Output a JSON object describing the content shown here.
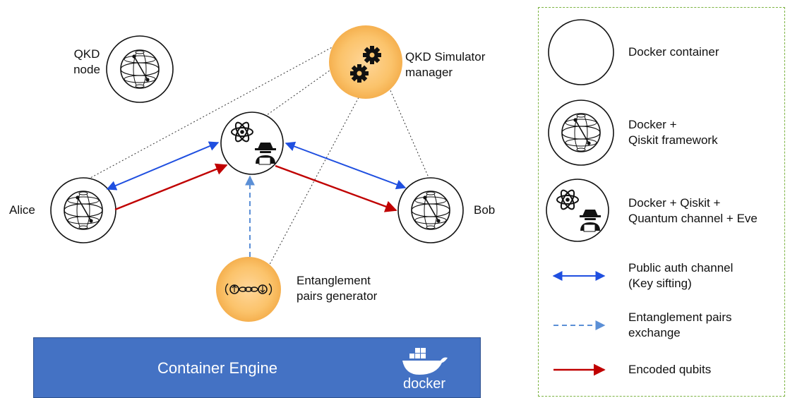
{
  "nodes": {
    "qkd_node_label": [
      "QKD",
      "node"
    ],
    "alice_label": "Alice",
    "bob_label": "Bob",
    "simulator_label": [
      "QKD Simulator",
      "manager"
    ],
    "entanglement_label": [
      "Entanglement",
      "pairs generator"
    ]
  },
  "engine": {
    "label": "Container Engine",
    "brand": "docker"
  },
  "legend": {
    "items": [
      {
        "icon": "plain-circle-icon",
        "text": [
          "Docker container"
        ]
      },
      {
        "icon": "qiskit-sphere-icon",
        "text": [
          "Docker +",
          "Qiskit framework"
        ]
      },
      {
        "icon": "atom-spy-icon",
        "text": [
          "Docker + Qiskit +",
          "Quantum channel + Eve"
        ]
      },
      {
        "icon": "blue-double-arrow-icon",
        "text": [
          "Public auth channel",
          "(Key sifting)"
        ]
      },
      {
        "icon": "dashed-blue-arrow-icon",
        "text": [
          "Entanglement pairs",
          "exchange"
        ]
      },
      {
        "icon": "red-arrow-icon",
        "text": [
          "Encoded qubits"
        ]
      }
    ]
  },
  "colors": {
    "public_channel": "#1f4fe0",
    "entanglement_exchange": "#5b8fd6",
    "encoded_qubits": "#c00000",
    "orange_node": "#fbc36b",
    "engine_bar": "#4472c4",
    "legend_border": "#7cb342"
  }
}
